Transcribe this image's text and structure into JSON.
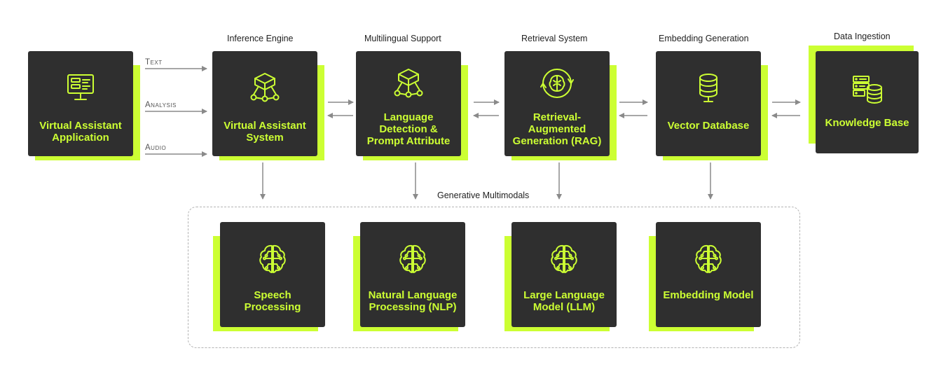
{
  "diagram": {
    "accent_color": "#ccff33",
    "card_color": "#2f2f2f",
    "section_titles": {
      "inference_engine": "Inference Engine",
      "multilingual_support": "Multilingual Support",
      "retrieval_system": "Retrieval System",
      "embedding_generation": "Embedding Generation",
      "data_ingestion": "Data Ingestion",
      "generative_multimodals": "Generative Multimodals"
    },
    "inputs": {
      "text": "Text",
      "analysis": "Analysis",
      "audio": "Audio"
    },
    "nodes": {
      "virtual_assistant_application": {
        "label": "Virtual Assistant Application",
        "icon": "monitor-chat-icon"
      },
      "virtual_assistant_system": {
        "label": "Virtual Assistant System",
        "icon": "cube-network-icon"
      },
      "language_detection": {
        "label": "Language Detection & Prompt Attribute",
        "icon": "cube-network-icon"
      },
      "rag": {
        "label": "Retrieval-Augmented Generation (RAG)",
        "icon": "brain-cycle-icon"
      },
      "vector_database": {
        "label": "Vector Database",
        "icon": "database-icon"
      },
      "knowledge_base": {
        "label": "Knowledge Base",
        "icon": "server-database-icon"
      },
      "speech_processing": {
        "label": "Speech Processing",
        "icon": "brain-circuit-icon"
      },
      "nlp": {
        "label": "Natural Language Processing (NLP)",
        "icon": "brain-circuit-icon"
      },
      "llm": {
        "label": "Large Language Model (LLM)",
        "icon": "brain-circuit-icon"
      },
      "embedding_model": {
        "label": "Embedding Model",
        "icon": "brain-circuit-icon"
      }
    }
  }
}
